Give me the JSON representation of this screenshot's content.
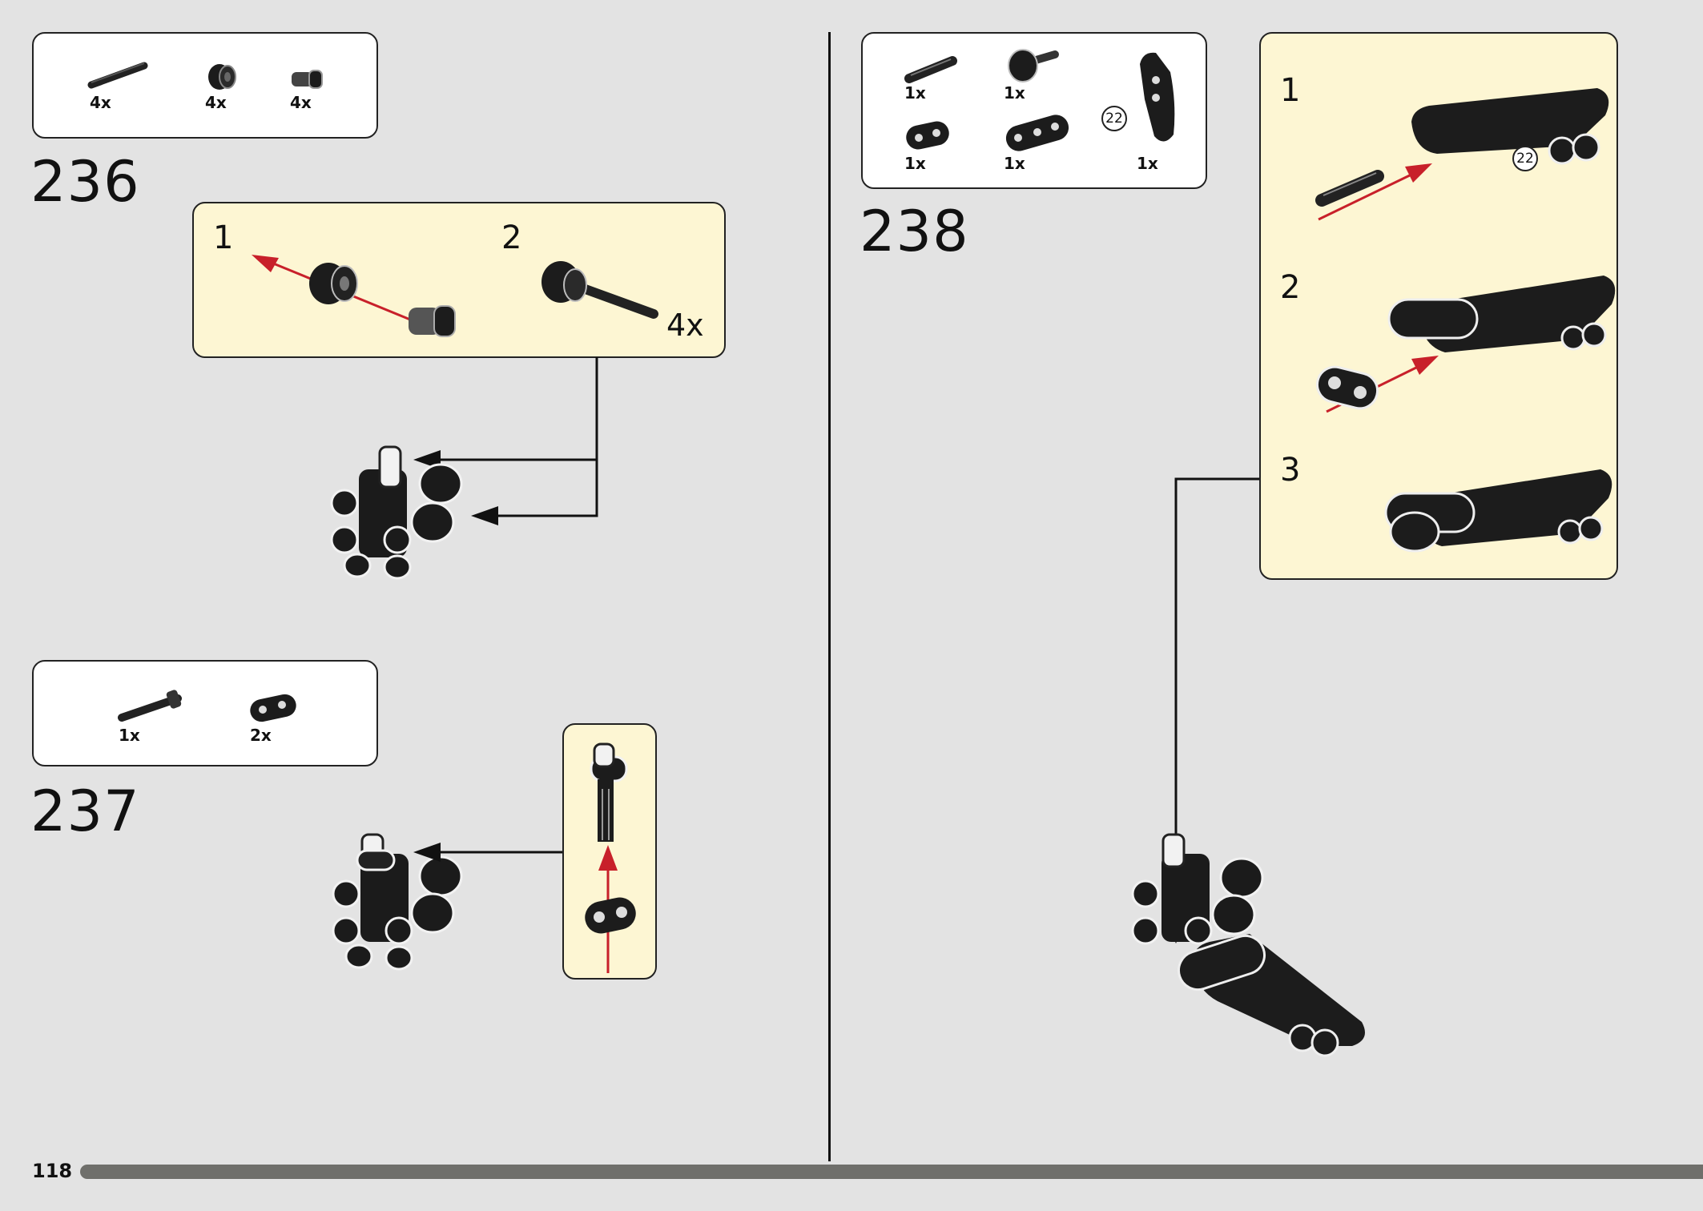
{
  "page": {
    "number": "118"
  },
  "steps": [
    {
      "number": "236",
      "parts": [
        {
          "qty": "4x",
          "icon": "axle-icon"
        },
        {
          "qty": "4x",
          "icon": "bush-icon"
        },
        {
          "qty": "4x",
          "icon": "pin-icon"
        }
      ],
      "sub_steps": [
        {
          "label": "1"
        },
        {
          "label": "2"
        }
      ],
      "multiplier": "4x"
    },
    {
      "number": "237",
      "parts": [
        {
          "qty": "1x",
          "icon": "axle-with-stop-icon"
        },
        {
          "qty": "2x",
          "icon": "beam-2-icon"
        }
      ]
    },
    {
      "number": "238",
      "parts": [
        {
          "qty": "1x",
          "icon": "axle-connector-icon"
        },
        {
          "qty": "1x",
          "icon": "pin-with-bush-icon"
        },
        {
          "qty": "1x",
          "icon": "beam-2-icon"
        },
        {
          "qty": "1x",
          "icon": "beam-3-icon"
        },
        {
          "qty": "1x",
          "icon": "panel-icon"
        }
      ],
      "panel_callout": "22",
      "sub_steps": [
        {
          "label": "1"
        },
        {
          "label": "2"
        },
        {
          "label": "3"
        }
      ],
      "sub_callout": "22"
    }
  ]
}
